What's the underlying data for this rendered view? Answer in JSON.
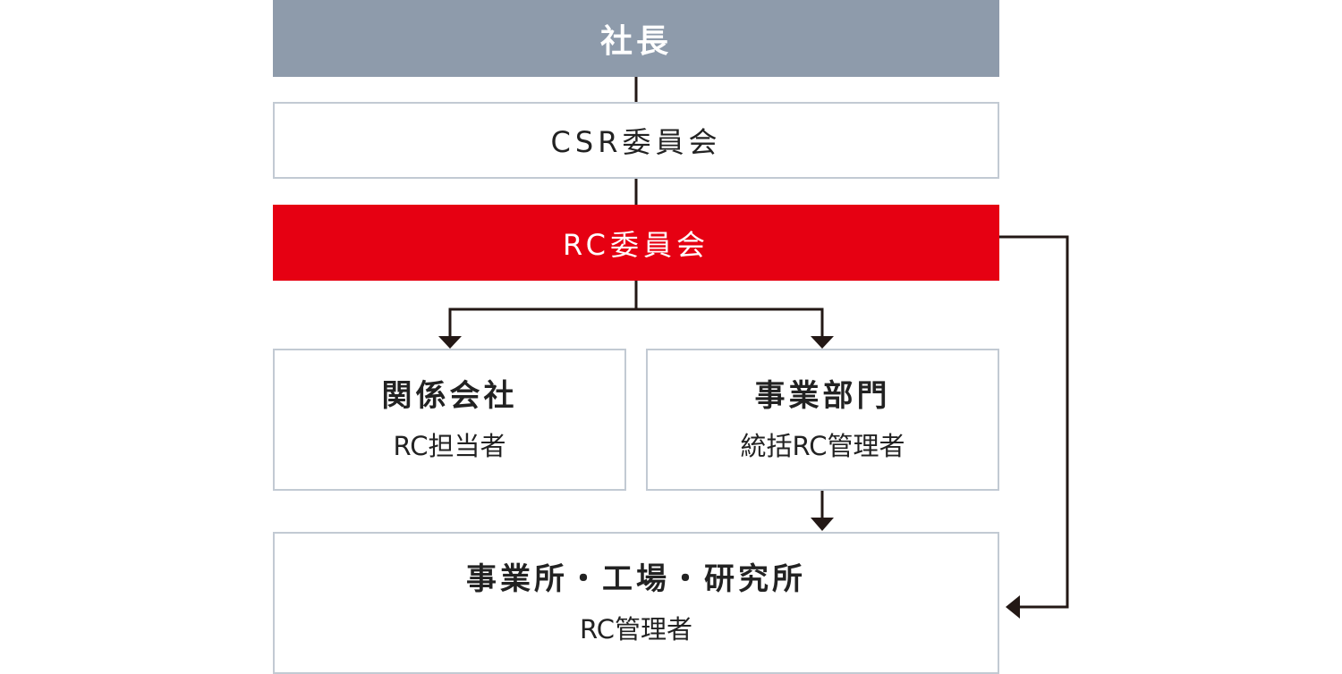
{
  "org_chart": {
    "president": "社長",
    "csr_committee": "CSR委員会",
    "rc_committee": "RC委員会",
    "affiliates": {
      "title": "関係会社",
      "role": "RC担当者"
    },
    "business_divisions": {
      "title": "事業部門",
      "role": "統括RC管理者"
    },
    "sites": {
      "title": "事業所・工場・研究所",
      "role": "RC管理者"
    }
  },
  "colors": {
    "president_bg": "#8e9bab",
    "rc_committee_bg": "#e60012",
    "box_border": "#c2cad3",
    "connector": "#231815"
  }
}
